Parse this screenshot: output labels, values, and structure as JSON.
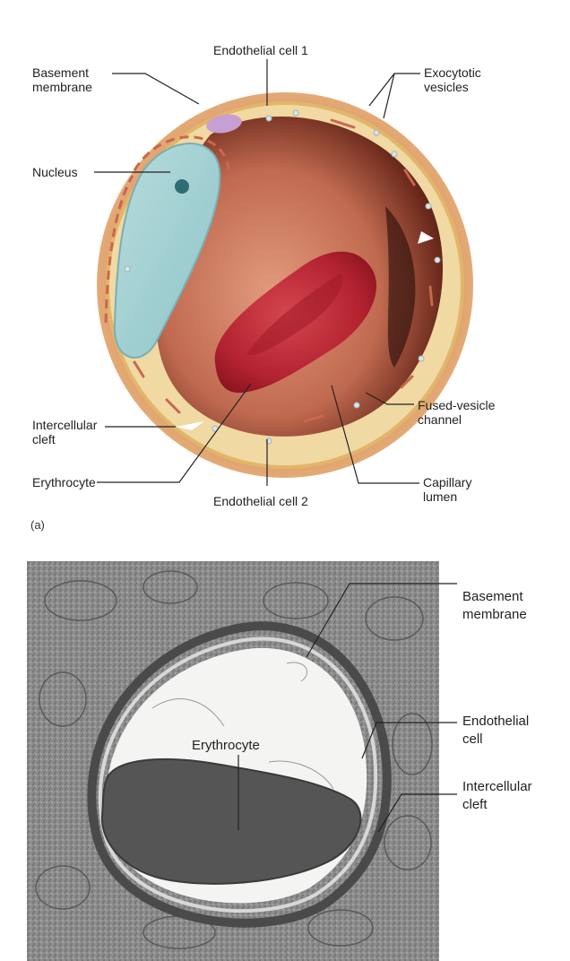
{
  "panel_a": {
    "panel_letter": "(a)",
    "labels": {
      "endothelial_cell_1": "Endothelial cell 1",
      "basement_membrane": "Basement\nmembrane",
      "exocytotic_vesicles": "Exocytotic\nvesicles",
      "nucleus": "Nucleus",
      "intercellular_cleft": "Intercellular\ncleft",
      "fused_vesicle_channel": "Fused-vesicle\nchannel",
      "erythrocyte": "Erythrocyte",
      "endothelial_cell_2": "Endothelial cell 2",
      "capillary_lumen": "Capillary\nlumen"
    }
  },
  "panel_b": {
    "labels": {
      "basement_membrane": "Basement\nmembrane",
      "endothelial_cell": "Endothelial\ncell",
      "intercellular_cleft": "Intercellular\ncleft",
      "erythrocyte": "Erythrocyte"
    }
  },
  "colors": {
    "cytoplasm": "#f1d9a3",
    "cell_outer": "#e8b983",
    "lumen": "#c8755a",
    "nucleus": "#a9d3d3",
    "erythrocyte": "#c8333e",
    "vesicle": "#d8e4ea",
    "micrograph_bg": "#8c8c8c"
  }
}
